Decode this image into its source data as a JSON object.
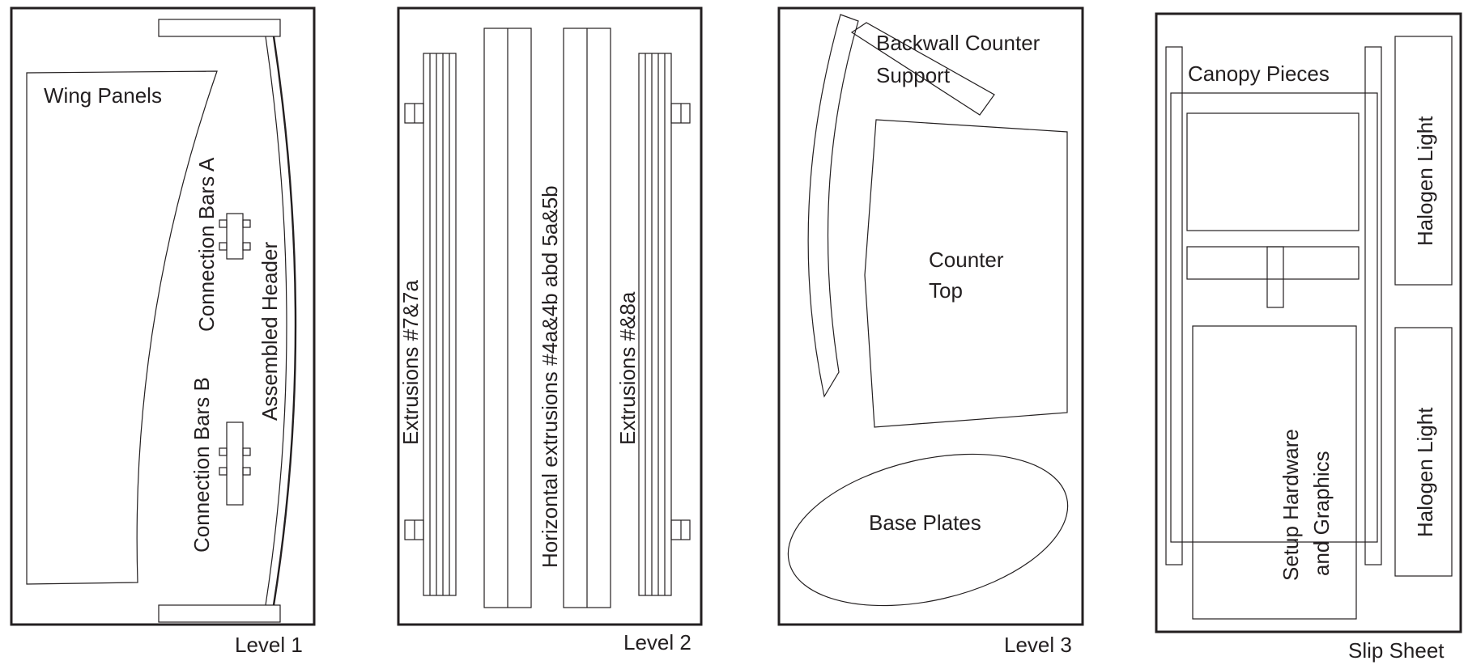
{
  "colors": {
    "ink": "#231f20",
    "background": "#ffffff"
  },
  "panels": {
    "level1": {
      "caption": "Level 1",
      "labels": {
        "wing_panels": "Wing Panels",
        "connection_bars_a": "Connection Bars A",
        "connection_bars_b": "Connection Bars B",
        "assembled_header": "Assembled Header"
      }
    },
    "level2": {
      "caption": "Level 2",
      "labels": {
        "extrusions_7": "Extrusions #7&7a",
        "horizontal_extrusions": "Horizontal extrusions #4a&4b abd 5a&5b",
        "extrusions_8": "Extrusions #&8a"
      }
    },
    "level3": {
      "caption": "Level 3",
      "labels": {
        "backwall_line1": "Backwall Counter",
        "backwall_line2": "Support",
        "counter_line1": "Counter",
        "counter_line2": "Top",
        "base_plates": "Base Plates"
      }
    },
    "slip_sheet": {
      "caption": "Slip Sheet",
      "labels": {
        "canopy_pieces": "Canopy Pieces",
        "halogen_light_1": "Halogen Light",
        "halogen_light_2": "Halogen Light",
        "setup_line1": "Setup Hardware",
        "setup_line2": "and Graphics"
      }
    }
  }
}
